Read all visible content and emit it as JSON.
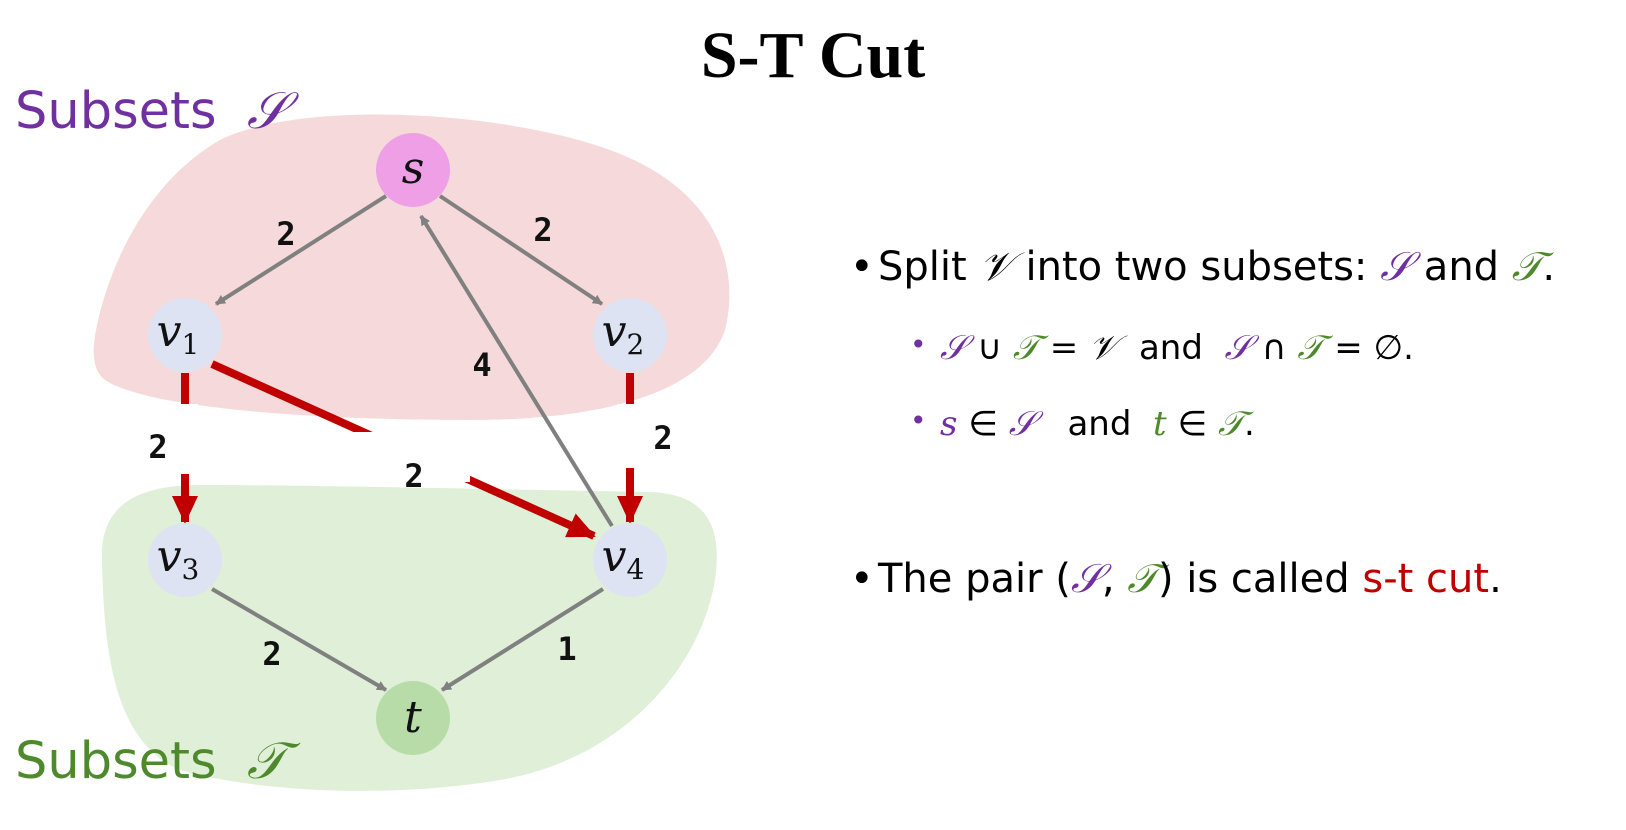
{
  "title": "S-T Cut",
  "labels": {
    "set_s_prefix": "Subsets",
    "set_s_symbol": "𝒮",
    "set_t_prefix": "Subsets",
    "set_t_symbol": "𝒯"
  },
  "colors": {
    "set_s_region": "#f6dadb",
    "set_t_region": "#e0efd8",
    "purple": "#7030a0",
    "green": "#4e8a2c",
    "cut_red": "#c00000",
    "edge_gray": "#808080",
    "node_s": "#ee9fe6",
    "node_v": "#dde3f2",
    "node_t": "#b7dca7"
  },
  "graph": {
    "nodes": [
      {
        "id": "s",
        "label": "s",
        "sub": ""
      },
      {
        "id": "v1",
        "label": "v",
        "sub": "1"
      },
      {
        "id": "v2",
        "label": "v",
        "sub": "2"
      },
      {
        "id": "v3",
        "label": "v",
        "sub": "3"
      },
      {
        "id": "v4",
        "label": "v",
        "sub": "4"
      },
      {
        "id": "t",
        "label": "t",
        "sub": ""
      }
    ],
    "edges": [
      {
        "from": "s",
        "to": "v1",
        "weight": "2",
        "cut": false
      },
      {
        "from": "s",
        "to": "v2",
        "weight": "2",
        "cut": false
      },
      {
        "from": "v4",
        "to": "s",
        "weight": "4",
        "cut": false
      },
      {
        "from": "v1",
        "to": "v3",
        "weight": "2",
        "cut": true
      },
      {
        "from": "v1",
        "to": "v4",
        "weight": "2",
        "cut": true
      },
      {
        "from": "v2",
        "to": "v4",
        "weight": "2",
        "cut": true
      },
      {
        "from": "v3",
        "to": "t",
        "weight": "2",
        "cut": false
      },
      {
        "from": "v4",
        "to": "t",
        "weight": "1",
        "cut": false
      }
    ]
  },
  "bullets": {
    "b1": {
      "text1": "Split ",
      "V": "𝒱",
      "text2": " into two subsets: ",
      "S": "𝒮",
      "text3": " and ",
      "T": "𝒯",
      "text4": "."
    },
    "b1a": {
      "S": "𝒮",
      "cup": " ∪ ",
      "T": "𝒯",
      "eqV": " = 𝒱",
      "and": "  and  ",
      "S2": "𝒮",
      "cap": " ∩ ",
      "T2": "𝒯",
      "eqEmpty": " = ∅."
    },
    "b1b": {
      "s": "s",
      "in1": " ∈ ",
      "S": "𝒮",
      "and": "   and  ",
      "t": "t",
      "in2": " ∈ ",
      "T": "𝒯",
      "end": "."
    },
    "b2": {
      "text1": "The pair (",
      "S": "𝒮",
      "comma": ", ",
      "T": "𝒯",
      "text2": ") is called ",
      "cut": "s-t cut",
      "end": "."
    }
  }
}
